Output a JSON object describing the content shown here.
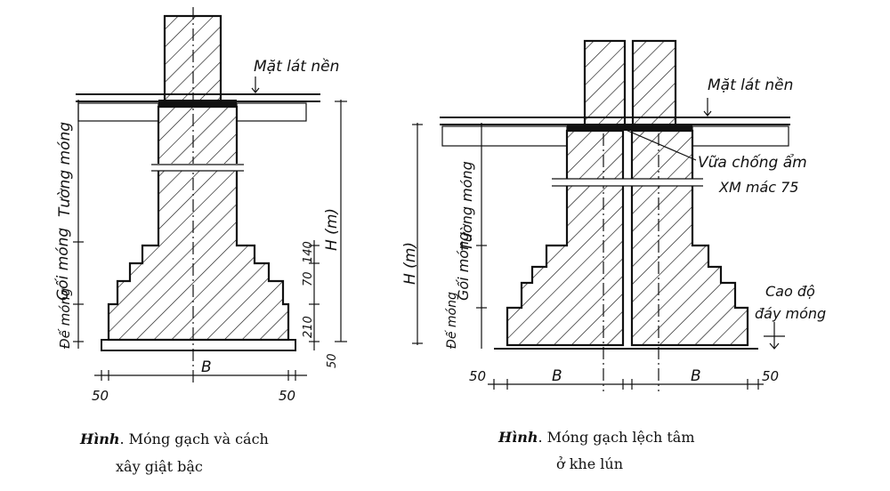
{
  "left": {
    "floor_label": "Mặt lát nền",
    "wall_label": "Tường móng",
    "footing_label": "Gối móng",
    "base_label": "Đế móng",
    "dim_h": "H (m)",
    "dim_140": "140",
    "dim_70": "70",
    "dim_210": "210",
    "dim_50_right": "50",
    "dim_b": "B",
    "dim_50_a": "50",
    "dim_50_b": "50",
    "caption_bold": "Hình",
    "caption_rest": ". Móng gạch và cách",
    "caption_line2": "xây giật bậc"
  },
  "right": {
    "floor_label": "Mặt lát nền",
    "mortar_label": "Vữa chống ẩm",
    "mortar_grade": "XM mác 75",
    "wall_label": "Tường móng",
    "footing_label": "Gối móng",
    "base_label": "Đế móng",
    "dim_h": "H (m)",
    "level_label_1": "Cao độ",
    "level_label_2": "đáy móng",
    "dim_50_a": "50",
    "dim_b_a": "B",
    "dim_b_b": "B",
    "dim_50_b": "50",
    "caption_bold": "Hình",
    "caption_rest": ". Móng gạch lệch tâm",
    "caption_line2": "ở khe lún"
  }
}
